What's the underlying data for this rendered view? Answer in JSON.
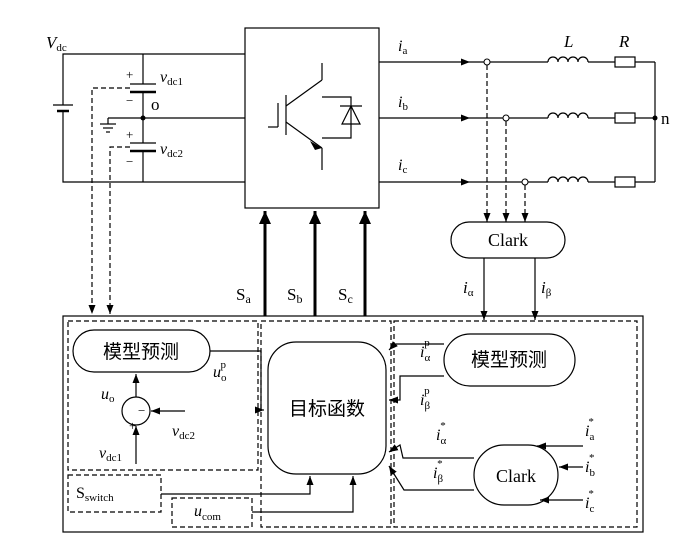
{
  "labels": {
    "vdc_main": "V",
    "vdc_main_sub": "dc",
    "vdc1": "v",
    "vdc1_sub": "dc1",
    "vdc2": "v",
    "vdc2_sub": "dc2",
    "midpoint": "o",
    "L": "L",
    "R": "R",
    "n": "n",
    "ia": "i",
    "ia_sub": "a",
    "ib": "i",
    "ib_sub": "b",
    "ic": "i",
    "ic_sub": "c",
    "clark_top": "Clark",
    "i_alpha": "i",
    "i_alpha_sub": "α",
    "i_beta": "i",
    "i_beta_sub": "β",
    "Sa": "S",
    "Sa_sub": "a",
    "Sb": "S",
    "Sb_sub": "b",
    "Sc": "S",
    "Sc_sub": "c",
    "model_pred_left": "模型预测",
    "model_pred_right": "模型预测",
    "objective": "目标函数",
    "uo_p": "u",
    "uo_p_sub": "o",
    "uo_p_sup": "p",
    "uo": "u",
    "uo_sub": "o",
    "vdc2_left": "v",
    "vdc2_left_sub": "dc2",
    "vdc1_left": "v",
    "vdc1_left_sub": "dc1",
    "minus_sign": "−",
    "plus_sign": "+",
    "s_switch": "S",
    "s_switch_sub": "switch",
    "u_com": "u",
    "u_com_sub": "com",
    "ialpha_p": "i",
    "ialpha_p_sub": "α",
    "ialpha_p_sup": "p",
    "ibeta_p": "i",
    "ibeta_p_sub": "β",
    "ibeta_p_sup": "p",
    "ialpha_star": "i",
    "ialpha_star_sub": "α",
    "ialpha_star_sup": "*",
    "ibeta_star": "i",
    "ibeta_star_sub": "β",
    "ibeta_star_sup": "*",
    "clark_bottom": "Clark",
    "ia_star": "i",
    "ia_star_sub": "a",
    "ia_star_sup": "*",
    "ib_star": "i",
    "ib_star_sub": "b",
    "ib_star_sup": "*",
    "ic_star": "i",
    "ic_star_sub": "c",
    "ic_star_sup": "*"
  }
}
